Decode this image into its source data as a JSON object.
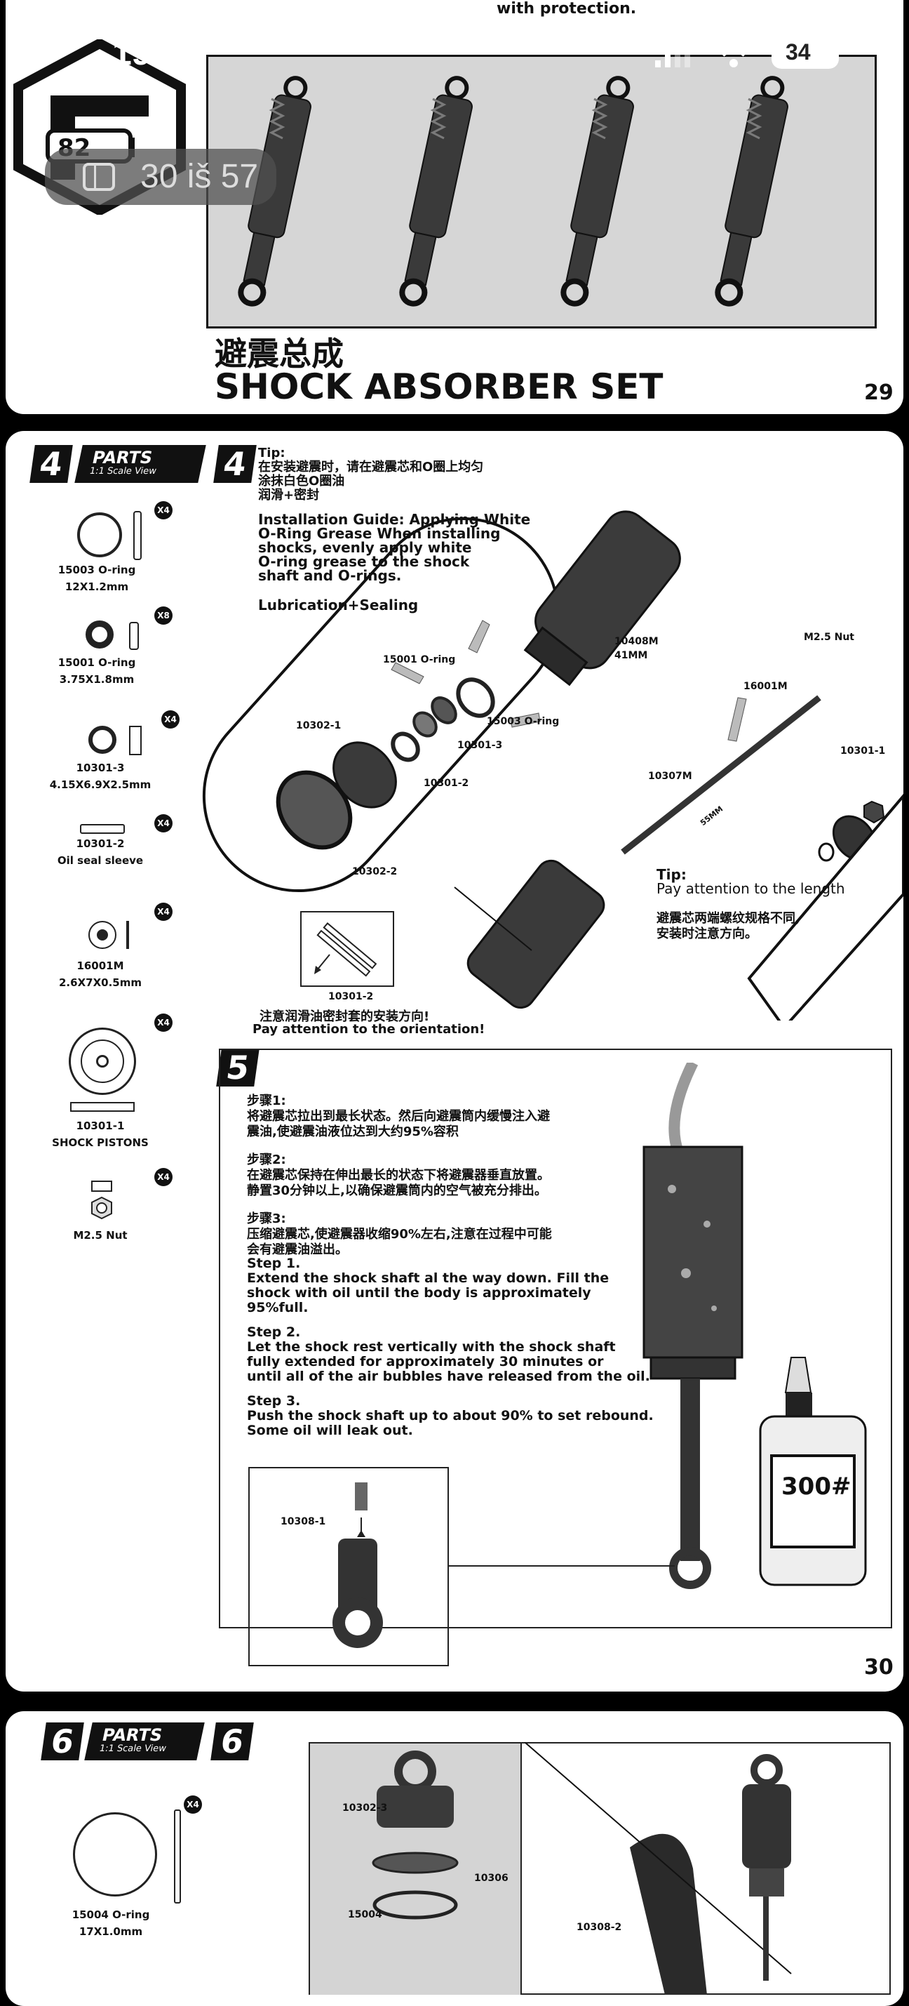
{
  "status": {
    "time": "19:33",
    "battery": "34"
  },
  "overlay": {
    "chip_label": "30 iš 57"
  },
  "page29": {
    "title_cn": "避震总成",
    "title_en": "SHOCK ABSORBER SET",
    "page_number": "29",
    "top_caption": "with protection."
  },
  "page30": {
    "page_number": "30",
    "parts_tag": {
      "title": "PARTS",
      "subtitle": "1:1 Scale View",
      "step": "4"
    },
    "parts": [
      {
        "code": "15003 O-ring",
        "size": "12X1.2mm",
        "qty": "X4"
      },
      {
        "code": "15001 O-ring",
        "size": "3.75X1.8mm",
        "qty": "X8"
      },
      {
        "code": "10301-3",
        "size": "4.15X6.9X2.5mm",
        "qty": "X4"
      },
      {
        "code": "10301-2",
        "size": "Oil seal sleeve",
        "qty": "X4"
      },
      {
        "code": "16001M",
        "size": "2.6X7X0.5mm",
        "qty": "X4"
      },
      {
        "code": "10301-1",
        "size": "SHOCK PISTONS",
        "qty": "X4"
      },
      {
        "code": "M2.5 Nut",
        "size": "",
        "qty": "X4"
      }
    ],
    "step4": {
      "number": "4",
      "tip_label": "Tip:",
      "tip_cn_1": "在安装避震时，请在避震芯和O圈上均匀",
      "tip_cn_2": "涂抹白色O圈油",
      "tip_cn_3": "润滑+密封",
      "guide_1": "Installation Guide: Applying White",
      "guide_2": "O-Ring Grease When installing",
      "guide_3": "shocks, evenly apply white",
      "guide_4": "O-ring grease to the shock",
      "guide_5": "shaft and O-rings.",
      "lube": "Lubrication+Sealing",
      "labels": {
        "l15001": "15001 O-ring",
        "l10408": "10408M",
        "l41": "41MM",
        "lnut": "M2.5 Nut",
        "l16001": "16001M",
        "l103011": "10301-1",
        "l15003": "15003 O-ring",
        "l103013": "10301-3",
        "l103021": "10302-1",
        "l103012": "10301-2",
        "l10307": "10307M",
        "l55": "55MM",
        "l103022": "10302-2",
        "inset": "10301-2"
      },
      "tip2_label": "Tip:",
      "tip2_en": "Pay attention to the length",
      "tip2_cn_1": "避震芯两端螺纹规格不同,",
      "tip2_cn_2": "安装时注意方向。",
      "orient_cn": "注意润滑油密封套的安装方向!",
      "orient_en": "Pay attention to the orientation!"
    },
    "step5": {
      "number": "5",
      "s1_label_cn": "步骤1:",
      "s1_cn_1": "将避震芯拉出到最长状态。然后向避震筒内缓慢注入避",
      "s1_cn_2": "震油,使避震油液位达到大约95%容积",
      "s2_label_cn": "步骤2:",
      "s2_cn_1": "在避震芯保持在伸出最长的状态下将避震器垂直放置。",
      "s2_cn_2": "静置30分钟以上,以确保避震筒内的空气被充分排出。",
      "s3_label_cn": "步骤3:",
      "s3_cn_1": "压缩避震芯,使避震器收缩90%左右,注意在过程中可能",
      "s3_cn_2": "会有避震油溢出。",
      "s1_en_label": "Step 1.",
      "s1_en_1": "Extend the shock shaft al the way down. Fill the",
      "s1_en_2": "shock with oil until the body is approximately",
      "s1_en_3": "95%full.",
      "s2_en_label": "Step 2.",
      "s2_en_1": "Let the shock rest vertically with the shock shaft",
      "s2_en_2": "fully extended for approximately 30 minutes or",
      "s2_en_3": "until all of the air bubbles have released from the oil.",
      "s3_en_label": "Step 3.",
      "s3_en_1": "Push the shock shaft up to about 90% to set rebound.",
      "s3_en_2": "Some oil will leak out.",
      "inset_label": "10308-1",
      "oil_label": "300#"
    }
  },
  "page31": {
    "parts_tag": {
      "title": "PARTS",
      "subtitle": "1:1 Scale View",
      "step": "6"
    },
    "step_number": "6",
    "part": {
      "code": "15004 O-ring",
      "size": "17X1.0mm",
      "qty": "X4"
    },
    "labels": {
      "a": "10302-3",
      "b": "10306",
      "c": "15004",
      "d": "10308-2"
    }
  }
}
